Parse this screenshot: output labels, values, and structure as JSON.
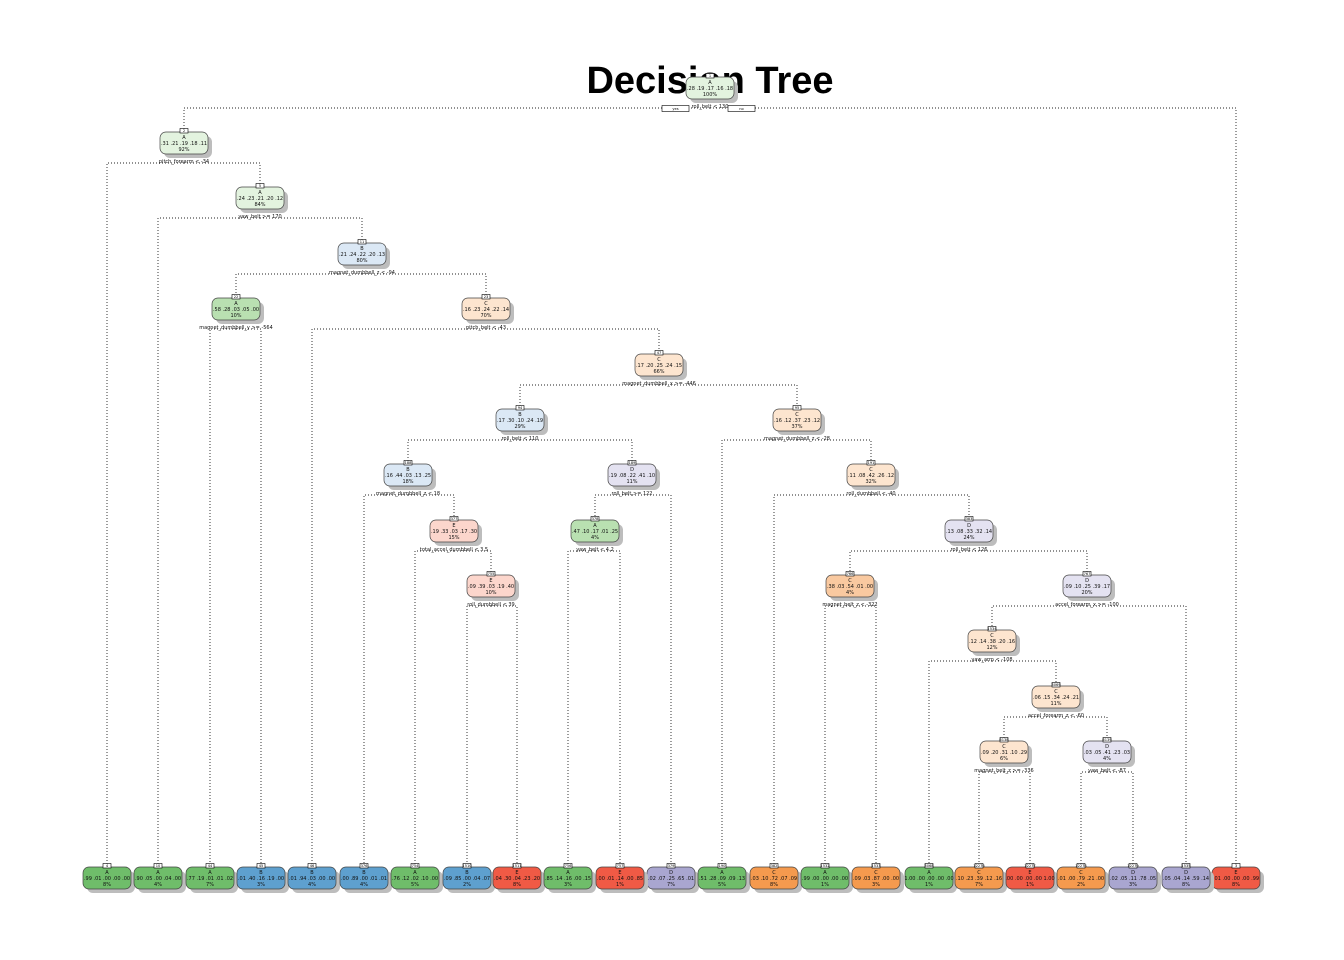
{
  "title": "Decision Tree",
  "root_branch_labels": {
    "yes": "yes",
    "no": "no"
  },
  "colors": {
    "A": "#6fbd6a",
    "B": "#5ea0cf",
    "C": "#f59a4e",
    "D": "#a9a6d0",
    "E": "#f05a45"
  },
  "nodes": [
    {
      "id": 1,
      "cls": "A",
      "probs": ".28 .19 .17 .16 .18",
      "pct": "100%",
      "rule": "roll_belt < 130"
    },
    {
      "id": 2,
      "cls": "A",
      "probs": ".31 .21 .19 .18 .11",
      "pct": "92%",
      "rule": "pitch_forearm < -34"
    },
    {
      "id": 3,
      "cls": "E",
      "probs": ".01 .00 .00 .00 .99",
      "pct": "8%"
    },
    {
      "id": 4,
      "cls": "A",
      "probs": ".99 .01 .00 .00 .00",
      "pct": "8%"
    },
    {
      "id": 5,
      "cls": "A",
      "probs": ".24 .23 .21 .20 .12",
      "pct": "84%",
      "rule": "yaw_belt >= 170"
    },
    {
      "id": 10,
      "cls": "A",
      "probs": ".90 .05 .00 .04 .00",
      "pct": "4%"
    },
    {
      "id": 11,
      "cls": "B",
      "probs": ".21 .24 .22 .20 .13",
      "pct": "80%",
      "rule": "magnet_dumbbell_z < -94"
    },
    {
      "id": 22,
      "cls": "A",
      "probs": ".58 .28 .03 .05 .00",
      "pct": "10%",
      "rule": "magnet_dumbbell_y >= -564"
    },
    {
      "id": 23,
      "cls": "C",
      "probs": ".16 .23 .24 .22 .14",
      "pct": "70%",
      "rule": "pitch_belt < -43"
    },
    {
      "id": 44,
      "cls": "A",
      "probs": ".77 .19 .01 .01 .02",
      "pct": "7%"
    },
    {
      "id": 45,
      "cls": "B",
      "probs": ".01 .40 .16 .19 .00",
      "pct": "3%"
    },
    {
      "id": 46,
      "cls": "B",
      "probs": ".01 .94 .03 .00 .00",
      "pct": "4%"
    },
    {
      "id": 47,
      "cls": "C",
      "probs": ".17 .20 .25 .24 .15",
      "pct": "66%",
      "rule": "magnet_dumbbell_x >= -446"
    },
    {
      "id": 94,
      "cls": "B",
      "probs": ".17 .30 .10 .24 .19",
      "pct": "29%",
      "rule": "roll_belt < 110"
    },
    {
      "id": 95,
      "cls": "C",
      "probs": ".16 .12 .37 .23 .12",
      "pct": "37%",
      "rule": "magnet_dumbbell_z < -28"
    },
    {
      "id": 188,
      "cls": "B",
      "probs": ".16 .44 .03 .13 .25",
      "pct": "18%",
      "rule": "magnet_dumbbell_z < 18"
    },
    {
      "id": 189,
      "cls": "D",
      "probs": ".19 .08 .22 .41 .10",
      "pct": "11%",
      "rule": "roll_belt >= 122"
    },
    {
      "id": 376,
      "cls": "B",
      "probs": ".00 .89 .00 .01 .01",
      "pct": "4%"
    },
    {
      "id": 377,
      "cls": "E",
      "probs": ".19 .33 .03 .17 .30",
      "pct": "15%",
      "rule": "total_accel_dumbbell < 3.5"
    },
    {
      "id": 754,
      "cls": "A",
      "probs": ".76 .12 .02 .10 .00",
      "pct": "5%"
    },
    {
      "id": 755,
      "cls": "E",
      "probs": ".09 .39 .03 .19 .40",
      "pct": "10%",
      "rule": "roll_dumbbell < 39"
    },
    {
      "id": 1510,
      "cls": "B",
      "probs": ".09 .85 .00 .04 .07",
      "pct": "2%"
    },
    {
      "id": 1511,
      "cls": "E",
      "probs": ".04 .30 .04 .23 .20",
      "pct": "8%"
    },
    {
      "id": 378,
      "cls": "A",
      "probs": ".47 .10 .17 .01 .25",
      "pct": "4%",
      "rule": "yaw_belt < 4.2"
    },
    {
      "id": 379,
      "cls": "D",
      "probs": ".02 .07 .25 .65 .01",
      "pct": "7%"
    },
    {
      "id": 756,
      "cls": "A",
      "probs": ".85 .14 .16 .00 .15",
      "pct": "3%"
    },
    {
      "id": 757,
      "cls": "E",
      "probs": ".00 .01 .14 .00 .85",
      "pct": "1%"
    },
    {
      "id": 190,
      "cls": "A",
      "probs": ".51 .28 .09 .09 .13",
      "pct": "5%"
    },
    {
      "id": 191,
      "cls": "C",
      "probs": ".11 .08 .42 .26 .12",
      "pct": "32%",
      "rule": "roll_dumbbell < -40"
    },
    {
      "id": 382,
      "cls": "C",
      "probs": ".03 .10 .72 .07 .09",
      "pct": "8%"
    },
    {
      "id": 383,
      "cls": "D",
      "probs": ".13 .08 .33 .32 .14",
      "pct": "24%",
      "rule": "roll_belt < 126"
    },
    {
      "id": 766,
      "cls": "C",
      "probs": ".38 .03 .54 .01 .00",
      "pct": "4%",
      "rule": "magnet_belt_z < -322"
    },
    {
      "id": 767,
      "cls": "D",
      "probs": ".09 .10 .25 .39 .17",
      "pct": "20%",
      "rule": "accel_forearm_x >= -100"
    },
    {
      "id": 1532,
      "cls": "A",
      "probs": ".99 .00 .00 .00 .00",
      "pct": "1%"
    },
    {
      "id": 1533,
      "cls": "C",
      "probs": ".09 .03 .87 .00 .00",
      "pct": "3%"
    },
    {
      "id": 1534,
      "cls": "C",
      "probs": ".12 .14 .38 .20 .16",
      "pct": "12%",
      "rule": "yaw_arm < -108"
    },
    {
      "id": 1535,
      "cls": "D",
      "probs": ".05 .04 .14 .59 .14",
      "pct": "8%"
    },
    {
      "id": 3068,
      "cls": "A",
      "probs": "1.00 .00 .00 .00 .00",
      "pct": "1%"
    },
    {
      "id": 3069,
      "cls": "C",
      "probs": ".06 .15 .34 .24 .21",
      "pct": "11%",
      "rule": "accel_forearm_z < -60"
    },
    {
      "id": 6138,
      "cls": "C",
      "probs": ".09 .20 .31 .10 .29",
      "pct": "6%",
      "rule": "magnet_belt_z >= -336"
    },
    {
      "id": 6139,
      "cls": "D",
      "probs": ".03 .05 .41 .23 .03",
      "pct": "4%",
      "rule": "yaw_belt < -87"
    },
    {
      "id": 12276,
      "cls": "C",
      "probs": ".10 .23 .39 .12 .16",
      "pct": "7%"
    },
    {
      "id": 12277,
      "cls": "E",
      "probs": ".00 .00 .00 .00 1.00",
      "pct": "1%"
    },
    {
      "id": 12278,
      "cls": "C",
      "probs": ".01 .00 .79 .21 .00",
      "pct": "2%"
    },
    {
      "id": 12279,
      "cls": "D",
      "probs": ".02 .05 .11 .78 .05",
      "pct": "3%"
    }
  ]
}
